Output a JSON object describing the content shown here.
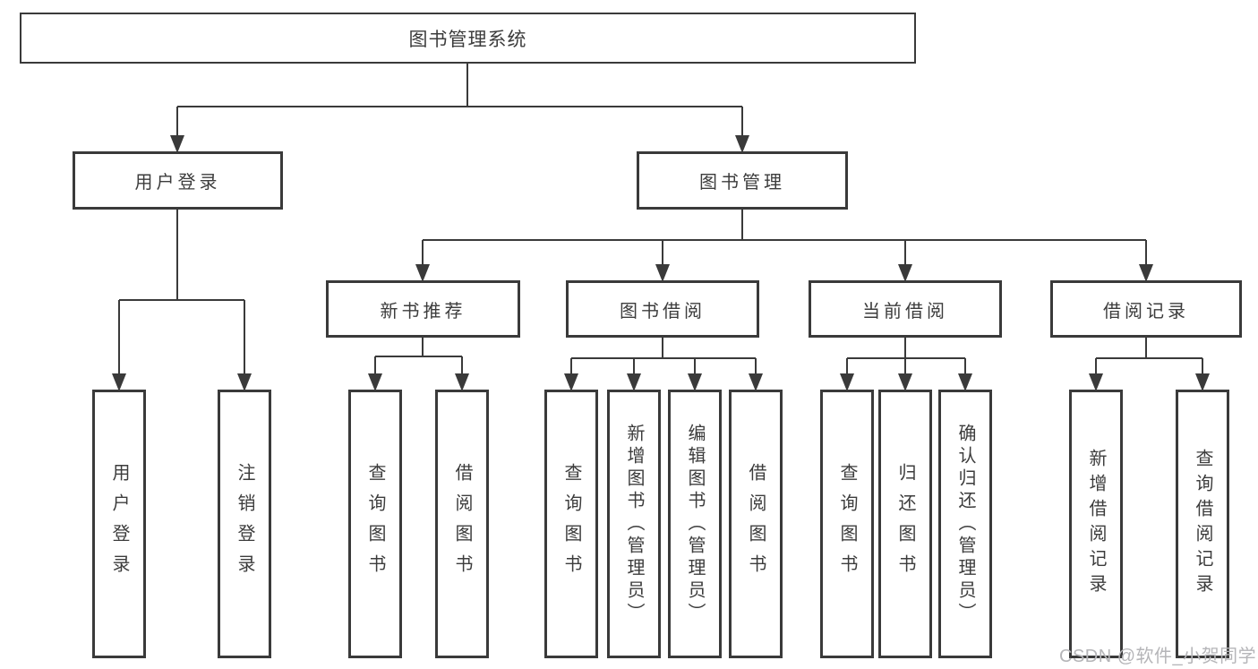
{
  "nodes": {
    "root": "图书管理系统",
    "user_login": "用户登录",
    "book_mgmt": "图书管理",
    "new_books": "新书推荐",
    "book_borrow": "图书借阅",
    "current_borrow": "当前借阅",
    "borrow_records": "借阅记录",
    "login_leaf1": "用户登录",
    "login_leaf2": "注销登录",
    "newbooks_leaf1": "查询图书",
    "newbooks_leaf2": "借阅图书",
    "borrow_leaf1": "查询图书",
    "borrow_leaf2": "新增图书（管理员）",
    "borrow_leaf3": "编辑图书（管理员）",
    "borrow_leaf4": "借阅图书",
    "current_leaf1": "查询图书",
    "current_leaf2": "归还图书",
    "current_leaf3": "确认归还（管理员）",
    "records_leaf1": "新增借阅记录",
    "records_leaf2": "查询借阅记录"
  },
  "watermark": "CSDN @软件_小贺同学",
  "colors": {
    "line": "#3a3a3a",
    "text": "#3c3c3c",
    "watermark": "#b5b5b8",
    "background": "#ffffff"
  }
}
